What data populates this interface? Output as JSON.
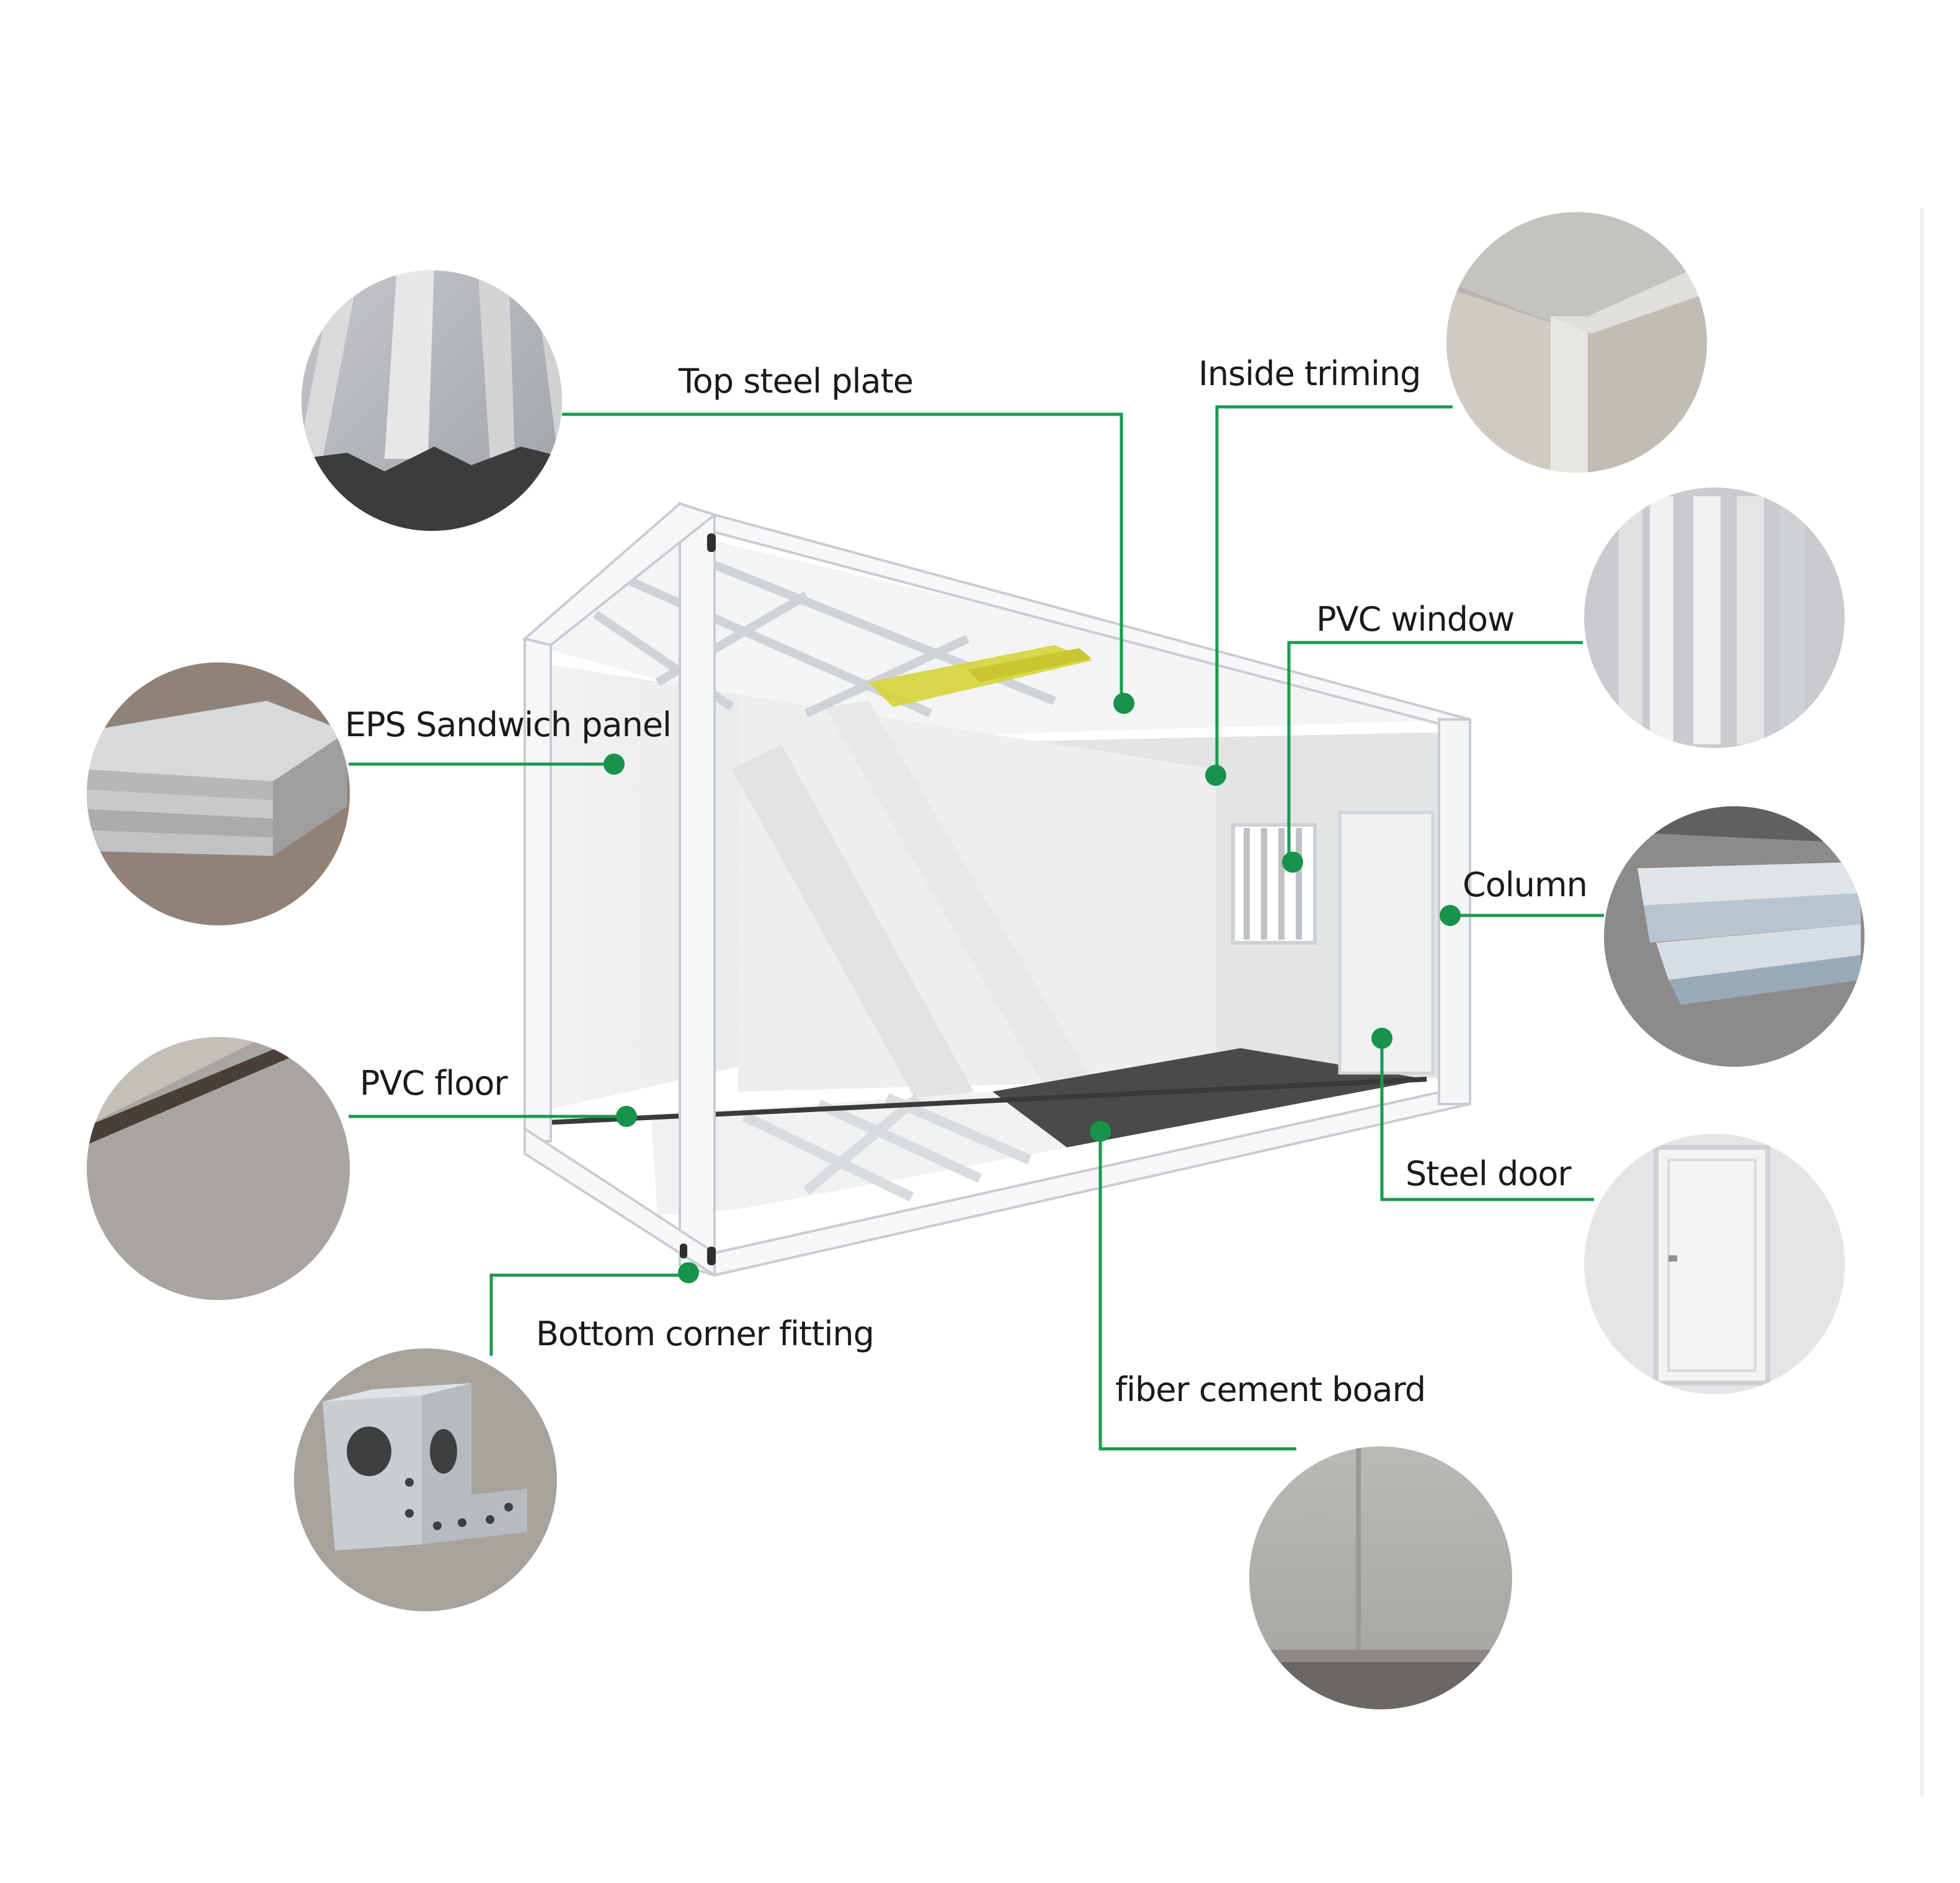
{
  "labels": {
    "top_steel_plate": "Top steel plate",
    "inside_triming": "Inside triming",
    "pvc_window": "PVC window",
    "eps_sandwich_panel": "EPS Sandwich panel",
    "column": "Column",
    "pvc_floor": "PVC floor",
    "steel_door": "Steel door",
    "bottom_corner_fitting": "Bottom corner fitting",
    "fiber_cement_board": "fiber cement board"
  },
  "colors": {
    "callout_line": "#1a9a4e",
    "callout_dot": "#17934a",
    "frame": "#f4f5f6",
    "frame_edge": "#c9ccd0",
    "wall": "#eceeef",
    "floor": "#4b4b4b",
    "insulation": "#d8d83a"
  }
}
